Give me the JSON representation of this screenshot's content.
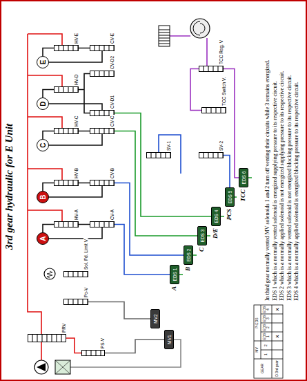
{
  "diagram": {
    "title": "3rd gear hydraulic for E Unit",
    "nodes": [
      {
        "text": [
          "E"
        ]
      },
      {
        "text": [
          "D"
        ]
      },
      {
        "text": [
          "C"
        ]
      },
      {
        "text": [
          "B"
        ]
      },
      {
        "text": [
          "A"
        ]
      },
      {
        "text": [
          "HV-E"
        ]
      },
      {
        "text": [
          "CV-E"
        ]
      },
      {
        "text": [
          "HV-D"
        ]
      },
      {
        "text": [
          "CV-D2"
        ]
      },
      {
        "text": [
          "CV-D1"
        ]
      },
      {
        "text": [
          "HV-C"
        ]
      },
      {
        "text": [
          "CV-C"
        ]
      },
      {
        "text": [
          "HV-B"
        ]
      },
      {
        "text": [
          "CV-B"
        ]
      },
      {
        "text": [
          "HV-A"
        ]
      },
      {
        "text": [
          "CV-A"
        ]
      },
      {
        "text": [
          "Sol. Fd. Limit V."
        ]
      },
      {
        "text": [
          "Po-V"
        ]
      },
      {
        "text": [
          "PRV"
        ]
      },
      {
        "text": [
          "PS-V"
        ]
      },
      {
        "text": [
          "SV-1"
        ]
      },
      {
        "text": [
          "SV-2"
        ]
      },
      {
        "text": [
          "TCC Reg. V"
        ]
      },
      {
        "text": [
          "TCC Switch V."
        ]
      },
      {
        "text": [
          "EDS 1",
          "A"
        ]
      },
      {
        "text": [
          "EDS 2",
          "B"
        ]
      },
      {
        "text": [
          "EDS 3",
          "C"
        ]
      },
      {
        "text": [
          "EDS 4",
          "D/E"
        ]
      },
      {
        "text": [
          "EDS 5",
          "PCS"
        ]
      },
      {
        "text": [
          "EDS 6",
          "TCC"
        ]
      },
      {
        "text": [
          "MV2"
        ]
      },
      {
        "text": [
          "MV1"
        ]
      }
    ],
    "edges": [
      {
        "from": 24,
        "to": 15,
        "arrow": "none"
      },
      {
        "from": 25,
        "to": 13,
        "arrow": "none"
      },
      {
        "from": 26,
        "to": 11,
        "arrow": "none"
      },
      {
        "from": 27,
        "to": 9,
        "arrow": "none"
      },
      {
        "from": 28,
        "to": 21,
        "arrow": "none"
      },
      {
        "from": 29,
        "to": 22,
        "arrow": "none"
      },
      {
        "from": 30,
        "to": 17,
        "arrow": "none"
      },
      {
        "from": 31,
        "to": 19,
        "arrow": "none"
      },
      {
        "from": 15,
        "to": 4,
        "arrow": "none"
      },
      {
        "from": 13,
        "to": 3,
        "arrow": "none"
      },
      {
        "from": 11,
        "to": 2,
        "arrow": "none"
      },
      {
        "from": 9,
        "to": 1,
        "arrow": "none"
      },
      {
        "from": 6,
        "to": 0,
        "arrow": "none"
      }
    ],
    "labels": [
      "GEAR",
      "MV",
      "P-EDS",
      "1",
      "2",
      "EDS 1",
      "EDS 2",
      "EDS 3",
      "EDS 4",
      "D 3rd gear",
      "X",
      "X",
      "In third gear normally vented MV solenoids 1 and 2 turn off venting their circuits while 3 remains energized.",
      "EDS 1 which is a normally vented solenoid is energized supplying pressure to its respective circuit.",
      "EDS 2 which is a normally applied solenoid is not energized supplying pressure to its respective circuit.",
      "EDS 3 which is a normally vented solenoid is not energized blocking pressure to its respective circuit.",
      "EDS 4 which is a normally applied solenoid is energized blocking pressure to its respective circuit."
    ]
  }
}
